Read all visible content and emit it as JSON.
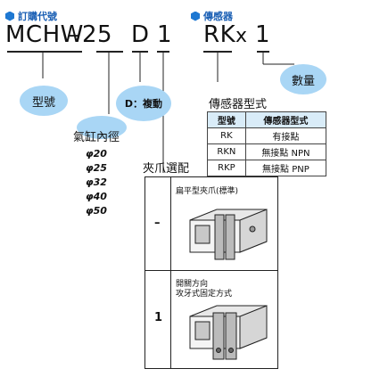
{
  "headers": {
    "order_code": "訂購代號",
    "sensor": "傳感器"
  },
  "code": {
    "model": "MCHW",
    "dash": "–",
    "bore": "25",
    "motion": "D",
    "jaw": "1",
    "sensor": "RK",
    "x": "x",
    "qty": "1"
  },
  "callouts": {
    "model": "型號",
    "motion": "D：複動",
    "qty": "數量"
  },
  "bore": {
    "title": "氣缸內徑",
    "prefix": "φ",
    "sizes": [
      "20",
      "25",
      "32",
      "40",
      "50"
    ]
  },
  "sensor_table": {
    "title": "傳感器型式",
    "headers": [
      "型號",
      "傳感器型式"
    ],
    "rows": [
      [
        "RK",
        "有接點"
      ],
      [
        "RKN",
        "無接點  NPN"
      ],
      [
        "RKP",
        "無接點  PNP"
      ]
    ]
  },
  "jaw": {
    "title": "夾爪選配",
    "options": [
      {
        "code": "–",
        "desc": "扁平型夾爪(標準)"
      },
      {
        "code": "1",
        "desc_line1": "開關方向",
        "desc_line2": "攻牙式固定方式"
      }
    ]
  },
  "colors": {
    "accent": "#1e78d2",
    "callout": "#a9d6f5",
    "table_header": "#d9ecf8"
  }
}
